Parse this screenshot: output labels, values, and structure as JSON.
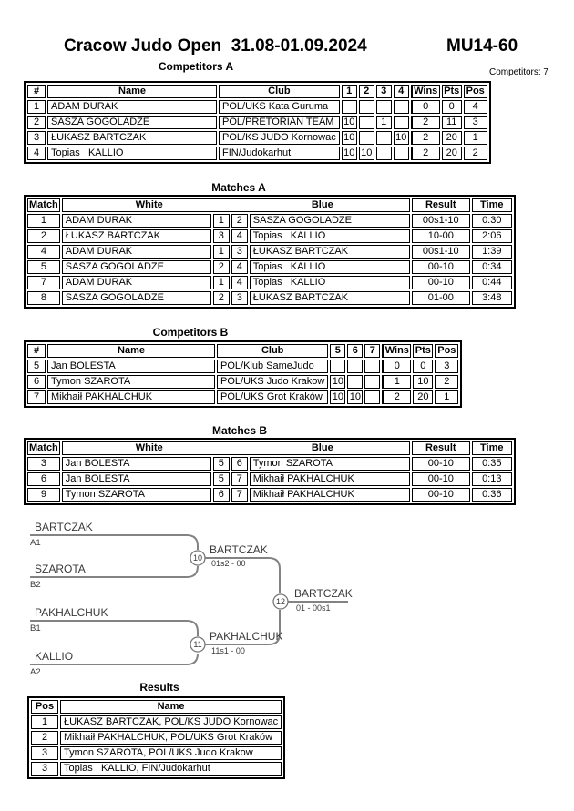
{
  "page": {
    "title": "Cracow Judo Open  31.08-01.09.2024",
    "category": "MU14-60",
    "competitors_note": "Competitors: 7"
  },
  "competitors_a": {
    "heading": "Competitors A",
    "col_headers": {
      "num": "#",
      "name": "Name",
      "club": "Club",
      "wins": "Wins",
      "pts": "Pts",
      "pos": "Pos"
    },
    "cross_headers": [
      "1",
      "2",
      "3",
      "4"
    ],
    "rows": [
      {
        "num": "1",
        "name": "ADAM DURAK",
        "club": "POL/UKS Kata Guruma",
        "cross": [
          "",
          "",
          "",
          ""
        ],
        "wins": "0",
        "pts": "0",
        "pos": "4"
      },
      {
        "num": "2",
        "name": "SASZA GOGOLADZE",
        "club": "POL/PRETORIAN TEAM",
        "cross": [
          "10",
          "",
          "1",
          ""
        ],
        "wins": "2",
        "pts": "11",
        "pos": "3"
      },
      {
        "num": "3",
        "name": "ŁUKASZ BARTCZAK",
        "club": "POL/KS JUDO Kornowac",
        "cross": [
          "10",
          "",
          "",
          "10"
        ],
        "wins": "2",
        "pts": "20",
        "pos": "1"
      },
      {
        "num": "4",
        "name": "Topias   KALLIO",
        "club": "FIN/Judokarhut",
        "cross": [
          "10",
          "10",
          "",
          ""
        ],
        "wins": "2",
        "pts": "20",
        "pos": "2"
      }
    ]
  },
  "matches_a": {
    "heading": "Matches A",
    "col_headers": {
      "match": "Match",
      "white": "White",
      "blue": "Blue",
      "result": "Result",
      "time": "Time"
    },
    "rows": [
      {
        "match": "1",
        "white": "ADAM DURAK",
        "wnum": "1",
        "bnum": "2",
        "blue": "SASZA GOGOLADZE",
        "result": "00s1-10",
        "time": "0:30"
      },
      {
        "match": "2",
        "white": "ŁUKASZ BARTCZAK",
        "wnum": "3",
        "bnum": "4",
        "blue": "Topias   KALLIO",
        "result": "10-00",
        "time": "2:06"
      },
      {
        "match": "4",
        "white": "ADAM DURAK",
        "wnum": "1",
        "bnum": "3",
        "blue": "ŁUKASZ BARTCZAK",
        "result": "00s1-10",
        "time": "1:39"
      },
      {
        "match": "5",
        "white": "SASZA GOGOLADZE",
        "wnum": "2",
        "bnum": "4",
        "blue": "Topias   KALLIO",
        "result": "00-10",
        "time": "0:34"
      },
      {
        "match": "7",
        "white": "ADAM DURAK",
        "wnum": "1",
        "bnum": "4",
        "blue": "Topias   KALLIO",
        "result": "00-10",
        "time": "0:44"
      },
      {
        "match": "8",
        "white": "SASZA GOGOLADZE",
        "wnum": "2",
        "bnum": "3",
        "blue": "ŁUKASZ BARTCZAK",
        "result": "01-00",
        "time": "3:48"
      }
    ]
  },
  "competitors_b": {
    "heading": "Competitors B",
    "col_headers": {
      "num": "#",
      "name": "Name",
      "club": "Club",
      "wins": "Wins",
      "pts": "Pts",
      "pos": "Pos"
    },
    "cross_headers": [
      "5",
      "6",
      "7"
    ],
    "rows": [
      {
        "num": "5",
        "name": "Jan BOLESTA",
        "club": "POL/Klub SameJudo",
        "cross": [
          "",
          "",
          ""
        ],
        "wins": "0",
        "pts": "0",
        "pos": "3"
      },
      {
        "num": "6",
        "name": "Tymon SZAROTA",
        "club": "POL/UKS Judo Krakow",
        "cross": [
          "10",
          "",
          ""
        ],
        "wins": "1",
        "pts": "10",
        "pos": "2"
      },
      {
        "num": "7",
        "name": "Mikhaił PAKHALCHUK",
        "club": "POL/UKS Grot Kraków",
        "cross": [
          "10",
          "10",
          ""
        ],
        "wins": "2",
        "pts": "20",
        "pos": "1"
      }
    ]
  },
  "matches_b": {
    "heading": "Matches B",
    "col_headers": {
      "match": "Match",
      "white": "White",
      "blue": "Blue",
      "result": "Result",
      "time": "Time"
    },
    "rows": [
      {
        "match": "3",
        "white": "Jan BOLESTA",
        "wnum": "5",
        "bnum": "6",
        "blue": "Tymon SZAROTA",
        "result": "00-10",
        "time": "0:35"
      },
      {
        "match": "6",
        "white": "Jan BOLESTA",
        "wnum": "5",
        "bnum": "7",
        "blue": "Mikhaił PAKHALCHUK",
        "result": "00-10",
        "time": "0:13"
      },
      {
        "match": "9",
        "white": "Tymon SZAROTA",
        "wnum": "6",
        "bnum": "7",
        "blue": "Mikhaił PAKHALCHUK",
        "result": "00-10",
        "time": "0:36"
      }
    ]
  },
  "bracket": {
    "sf1": {
      "top": {
        "name": "BARTCZAK",
        "seed": "A1"
      },
      "bottom": {
        "name": "SZAROTA",
        "seed": "B2"
      },
      "match_no": "10",
      "winner": "BARTCZAK",
      "score": "01s2 - 00"
    },
    "sf2": {
      "top": {
        "name": "PAKHALCHUK",
        "seed": "B1"
      },
      "bottom": {
        "name": "KALLIO",
        "seed": "A2"
      },
      "match_no": "11",
      "winner": "PAKHALCHUK",
      "score": "11s1 - 00"
    },
    "final": {
      "match_no": "12",
      "winner": "BARTCZAK",
      "score": "01 - 00s1"
    }
  },
  "results": {
    "heading": "Results",
    "col_headers": {
      "pos": "Pos",
      "name": "Name"
    },
    "rows": [
      {
        "pos": "1",
        "name": "ŁUKASZ BARTCZAK, POL/KS JUDO Kornowac"
      },
      {
        "pos": "2",
        "name": "Mikhaił PAKHALCHUK, POL/UKS Grot Kraków"
      },
      {
        "pos": "3",
        "name": "Tymon SZAROTA, POL/UKS Judo Krakow"
      },
      {
        "pos": "3",
        "name": "Topias   KALLIO, FIN/Judokarhut"
      }
    ]
  }
}
